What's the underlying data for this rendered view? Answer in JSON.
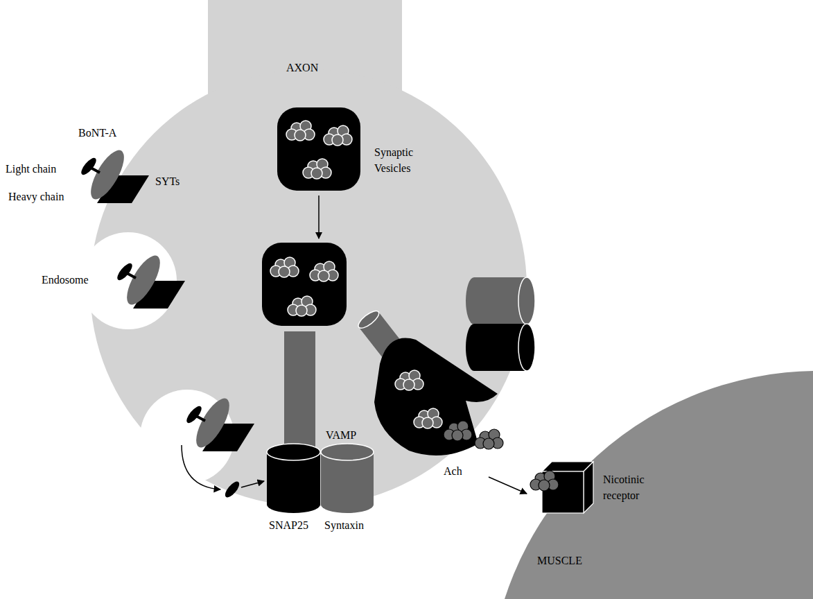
{
  "diagram": {
    "nodes": [
      {
        "text": [
          "AXON"
        ]
      },
      {
        "text": [
          "Synaptic Vesicles"
        ],
        "in": 0
      },
      {
        "text": [
          "Endosome"
        ],
        "in": 0
      },
      {
        "text": [
          "MUSCLE"
        ]
      }
    ],
    "labels": [
      "BoNT-A",
      "Light chain",
      "Heavy chain",
      "SYTs",
      "VAMP",
      "SNAP25",
      "Syntaxin",
      "Ach",
      "Nicotinic receptor"
    ]
  }
}
